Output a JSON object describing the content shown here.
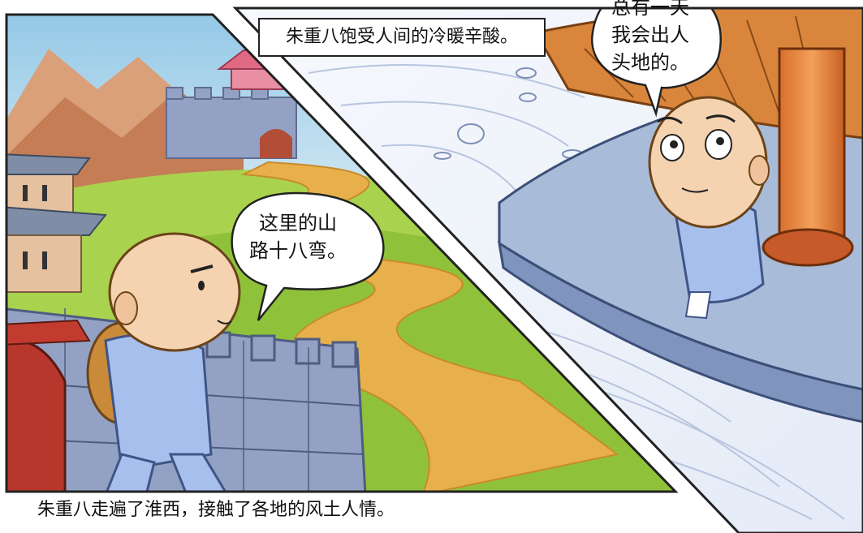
{
  "panels": {
    "top_caption": "朱重八饱受人间的冷暖辛酸。",
    "bottom_caption": "朱重八走遍了淮西，接触了各地的风土人情。",
    "left_bubble": {
      "line1": "这里的山",
      "line2": "路十八弯。"
    },
    "right_bubble": {
      "line1": "总有一天",
      "line2": "我会出人",
      "line3": "头地的。"
    }
  },
  "colors": {
    "sky": "#cfe6f2",
    "mountain": "#c98a63",
    "grass": "#9fd046",
    "road": "#e7b24b",
    "wall": "#8f9fbf",
    "robe": "#9fb8e8",
    "skin": "#f6d3b0",
    "gate_roof": "#e06a84",
    "platform": "#9fb3d2",
    "pillar": "#e48d47",
    "wind_bg": "#eef3fb"
  }
}
